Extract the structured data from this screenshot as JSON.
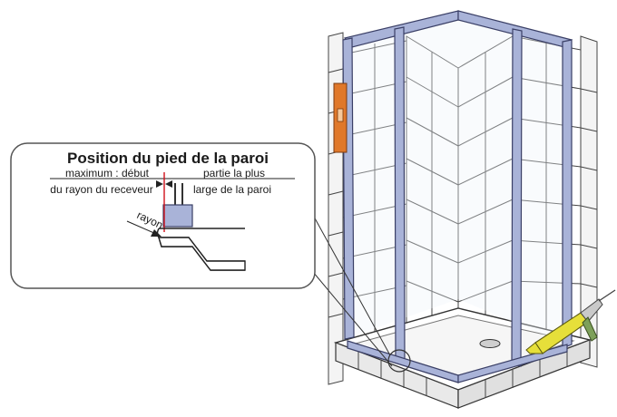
{
  "callout": {
    "title": "Position du pied de la paroi",
    "left_line1": "maximum : début",
    "left_line2": "du rayon du receveur",
    "right_line1": "partie la plus",
    "right_line2": "large de la paroi",
    "rayon": "rayon"
  },
  "colors": {
    "frame": "#a9b3d8",
    "frame_edge": "#3a3f66",
    "level": "#e0782a",
    "caulk_gun": "#e6df3a",
    "tile_line": "#444444",
    "callout_border": "#555555",
    "red_marker": "#d0101a"
  },
  "icons": {
    "level": "spirit-level-icon",
    "caulk_gun": "caulking-gun-icon",
    "drain": "drain-icon"
  }
}
